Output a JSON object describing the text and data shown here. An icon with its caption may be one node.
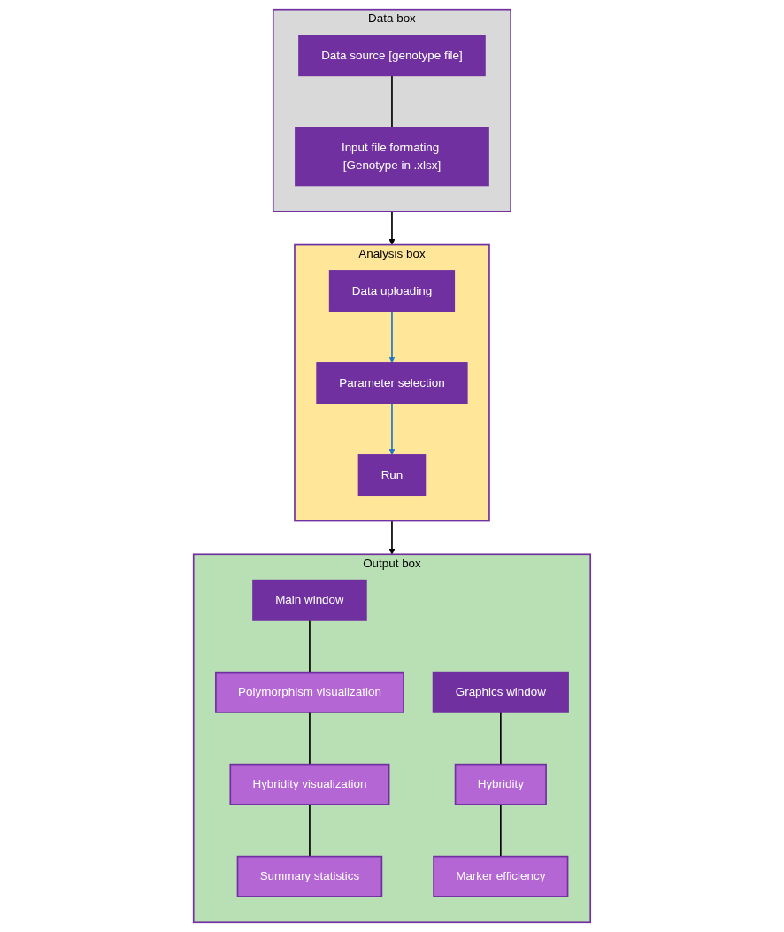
{
  "diagram": {
    "nodes": [
      {
        "text": [
          "Data box"
        ]
      },
      {
        "text": [
          "Data source [genotype file]"
        ],
        "in": 0
      },
      {
        "text": [
          "Input file formating [Genotype in .xlsx]"
        ],
        "in": 0
      },
      {
        "text": [
          "Analysis box"
        ]
      },
      {
        "text": [
          "Data uploading"
        ],
        "in": 3
      },
      {
        "text": [
          "Parameter selection"
        ],
        "in": 3
      },
      {
        "text": [
          "Run"
        ],
        "in": 3
      },
      {
        "text": [
          "Output box"
        ]
      },
      {
        "text": [
          "Main window"
        ],
        "in": 7
      },
      {
        "text": [
          "Polymorphism visualization"
        ],
        "in": 7
      },
      {
        "text": [
          "Hybridity visualization"
        ],
        "in": 7
      },
      {
        "text": [
          "Summary statistics"
        ],
        "in": 7
      },
      {
        "text": [
          "Graphics window"
        ],
        "in": 7
      },
      {
        "text": [
          "Hybridity"
        ],
        "in": 7
      },
      {
        "text": [
          "Marker efficiency"
        ],
        "in": 7
      }
    ],
    "edges": [
      {
        "from": 0,
        "to": 3,
        "arrow": "to"
      },
      {
        "from": 3,
        "to": 7,
        "arrow": "to"
      },
      {
        "from": 1,
        "to": 2,
        "arrow": "none"
      },
      {
        "from": 4,
        "to": 5,
        "arrow": "to",
        "color": "#1f74c8"
      },
      {
        "from": 5,
        "to": 6,
        "arrow": "to",
        "color": "#1f74c8"
      },
      {
        "from": 8,
        "to": 9,
        "arrow": "none"
      },
      {
        "from": 9,
        "to": 10,
        "arrow": "none"
      },
      {
        "from": 10,
        "to": 11,
        "arrow": "none"
      },
      {
        "from": 12,
        "to": 13,
        "arrow": "none"
      },
      {
        "from": 13,
        "to": 14,
        "arrow": "none"
      }
    ]
  }
}
